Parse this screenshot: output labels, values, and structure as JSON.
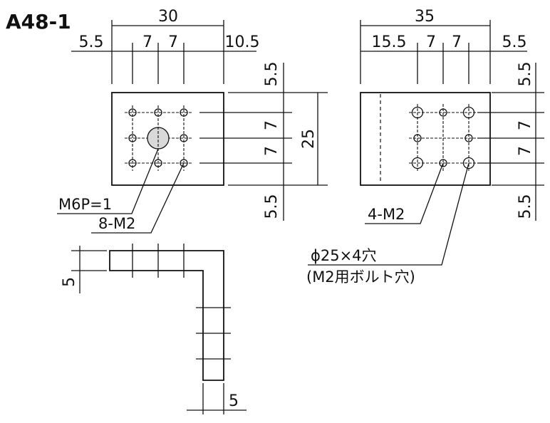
{
  "part_number": "A48-1",
  "front_view": {
    "width_total": "30",
    "left_offset": "5.5",
    "pitch_a": "7",
    "pitch_b": "7",
    "right_offset": "10.5",
    "top_offset": "5.5",
    "v_pitch_a": "7",
    "v_pitch_b": "7",
    "bottom_offset": "5.5",
    "height_total": "25",
    "note_center_hole": "M6P=1",
    "note_tapped_holes": "8-M2"
  },
  "side_view": {
    "width_total": "35",
    "left_offset": "15.5",
    "pitch_a": "7",
    "pitch_b": "7",
    "right_offset": "5.5",
    "top_offset": "5.5",
    "v_pitch_a": "7",
    "v_pitch_b": "7",
    "bottom_offset": "5.5",
    "note_tapped_holes": "4-M2",
    "note_through_holes": "ϕ25×4穴",
    "note_through_holes_sub": "(M2用ボルト穴)"
  },
  "section_view": {
    "thickness_left": "5",
    "thickness_bottom": "5"
  }
}
